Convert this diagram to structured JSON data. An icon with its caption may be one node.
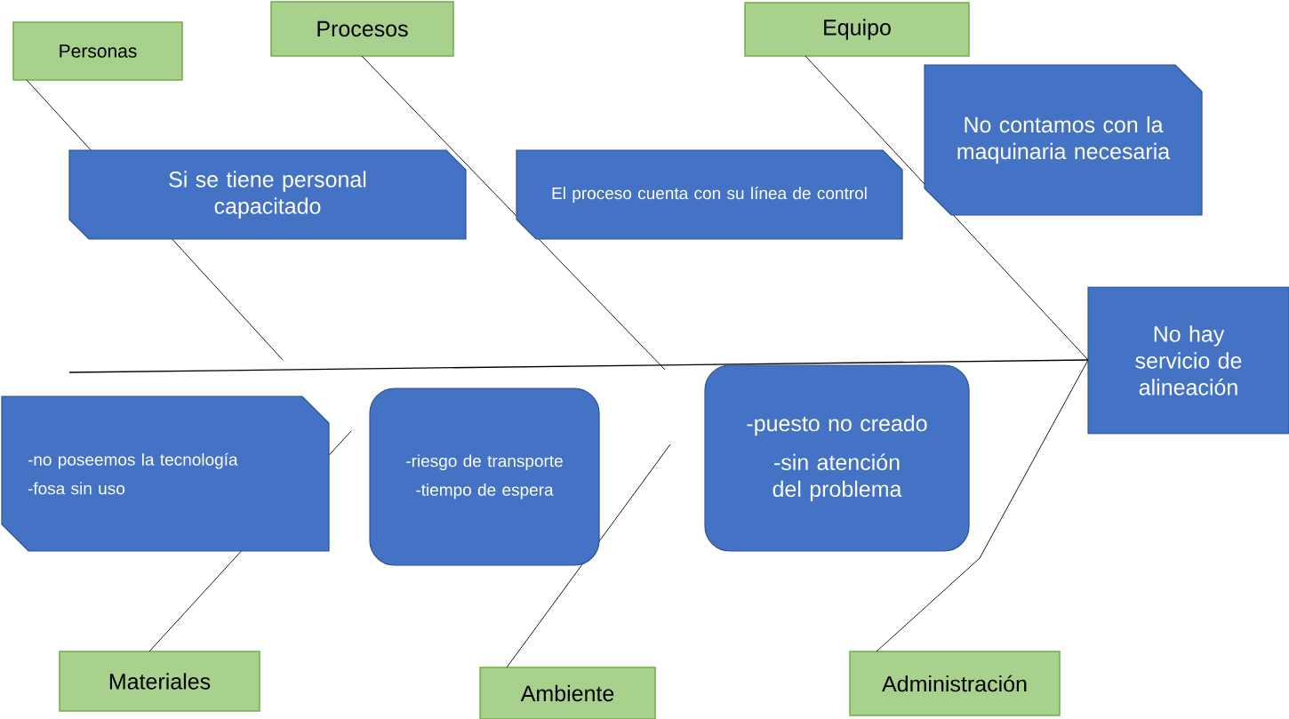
{
  "diagram": {
    "nodes": [
      {
        "text": [
          "Personas"
        ]
      },
      {
        "text": [
          "Procesos"
        ]
      },
      {
        "text": [
          "Equipo"
        ]
      },
      {
        "text": [
          "No contamos con la maquinaria necesaria"
        ]
      },
      {
        "text": [
          "Si se tiene personal capacitado"
        ]
      },
      {
        "text": [
          "El proceso cuenta con su línea de control"
        ]
      },
      {
        "text": [
          "No hay servicio de alineación"
        ]
      },
      {
        "text": [
          "-no poseemos la tecnología",
          "-fosa sin uso"
        ]
      },
      {
        "text": [
          "-riesgo de transporte",
          "-tiempo de espera"
        ]
      },
      {
        "text": [
          "-puesto no creado",
          "-sin atención del problema"
        ]
      },
      {
        "text": [
          "Materiales"
        ]
      },
      {
        "text": [
          "Ambiente"
        ]
      },
      {
        "text": [
          "Administración"
        ]
      }
    ],
    "edges": [
      {
        "from": 0,
        "to": null,
        "arrow": "none"
      },
      {
        "from": 1,
        "to": null,
        "arrow": "none"
      },
      {
        "from": 2,
        "to": 6,
        "arrow": "none"
      },
      {
        "from": 10,
        "to": null,
        "arrow": "none"
      },
      {
        "from": 11,
        "to": null,
        "arrow": "none"
      },
      {
        "from": 12,
        "to": 6,
        "arrow": "none"
      },
      {
        "from": null,
        "to": 6,
        "arrow": "none"
      }
    ]
  }
}
